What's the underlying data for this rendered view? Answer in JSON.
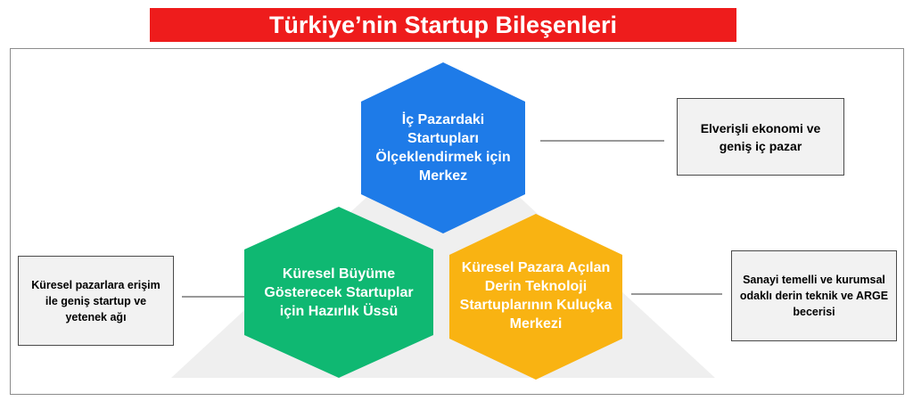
{
  "title": "Türkiye’nin Startup Bileşenleri",
  "colors": {
    "title_bg": "#ee1c1c",
    "hex_blue": "#1e7be8",
    "hex_green": "#0fb872",
    "hex_yellow": "#f9b312",
    "pyramid": "#efefef"
  },
  "hexagons": {
    "top": "İç Pazardaki Startupları Ölçeklendirmek için Merkez",
    "left": "Küresel Büyüme Gösterecek Startuplar için Hazırlık Üssü",
    "right": "Küresel Pazara Açılan Derin Teknoloji Startuplarının Kuluçka Merkezi"
  },
  "boxes": {
    "top_right": "Elverişli ekonomi ve geniş iç pazar",
    "left": "Küresel pazarlara erişim ile geniş startup ve yetenek ağı",
    "right": "Sanayi temelli ve kurumsal odaklı derin teknik ve ARGE becerisi"
  }
}
